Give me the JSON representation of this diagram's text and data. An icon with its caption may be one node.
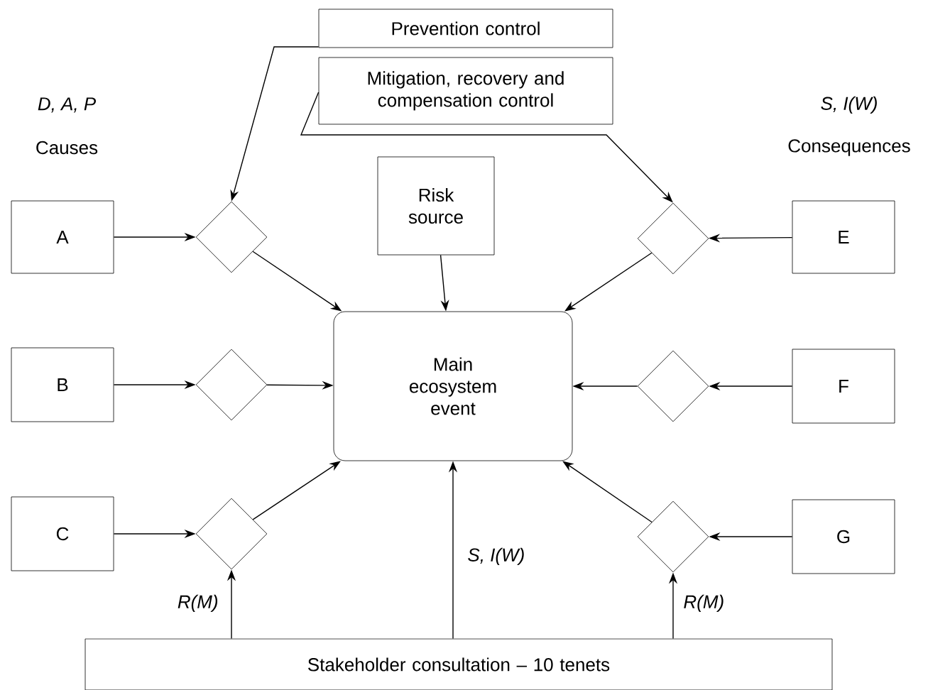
{
  "diagram": {
    "nodes": [
      {
        "text": [
          "Prevention control"
        ]
      },
      {
        "text": [
          "Mitigation, recovery and compensation control"
        ]
      },
      {
        "text": [
          "Risk source"
        ]
      },
      {
        "text": [
          "A"
        ]
      },
      {
        "text": [
          "E"
        ]
      },
      {
        "text": [],
        "shape": "diamond"
      },
      {
        "text": [],
        "shape": "diamond"
      },
      {
        "text": [
          "Main ecosystem event"
        ]
      },
      {
        "text": [
          "B"
        ]
      },
      {
        "text": [],
        "shape": "diamond"
      },
      {
        "text": [],
        "shape": "diamond"
      },
      {
        "text": [
          "F"
        ]
      },
      {
        "text": [
          "C"
        ]
      },
      {
        "text": [],
        "shape": "diamond"
      },
      {
        "text": [],
        "shape": "diamond"
      },
      {
        "text": [
          "G"
        ]
      },
      {
        "text": [
          "Stakeholder consultation – 10 tenets"
        ]
      }
    ],
    "edges": [
      {
        "from": 0,
        "to": 5,
        "arrow": "to"
      },
      {
        "from": 1,
        "to": 6,
        "arrow": "to"
      },
      {
        "from": 2,
        "to": 7,
        "arrow": "to"
      },
      {
        "from": 3,
        "to": 5,
        "arrow": "to"
      },
      {
        "from": 5,
        "to": 7,
        "arrow": "to"
      },
      {
        "from": 4,
        "to": 6,
        "arrow": "to"
      },
      {
        "from": 6,
        "to": 7,
        "arrow": "to"
      },
      {
        "from": 8,
        "to": 9,
        "arrow": "to"
      },
      {
        "from": 9,
        "to": 7,
        "arrow": "to"
      },
      {
        "from": 11,
        "to": 10,
        "arrow": "to"
      },
      {
        "from": 10,
        "to": 7,
        "arrow": "to"
      },
      {
        "from": 12,
        "to": 13,
        "arrow": "to"
      },
      {
        "from": 13,
        "to": 7,
        "arrow": "to"
      },
      {
        "from": 15,
        "to": 14,
        "arrow": "to"
      },
      {
        "from": 14,
        "to": 7,
        "arrow": "to"
      },
      {
        "from": 16,
        "to": 13,
        "arrow": "to",
        "label": "R(M)"
      },
      {
        "from": 16,
        "to": 7,
        "arrow": "to",
        "label": "S, I(W)"
      },
      {
        "from": 16,
        "to": 14,
        "arrow": "to",
        "label": "R(M)"
      }
    ],
    "labels": [
      "D, A, P",
      "Causes",
      "S, I(W)",
      "Consequences"
    ]
  }
}
